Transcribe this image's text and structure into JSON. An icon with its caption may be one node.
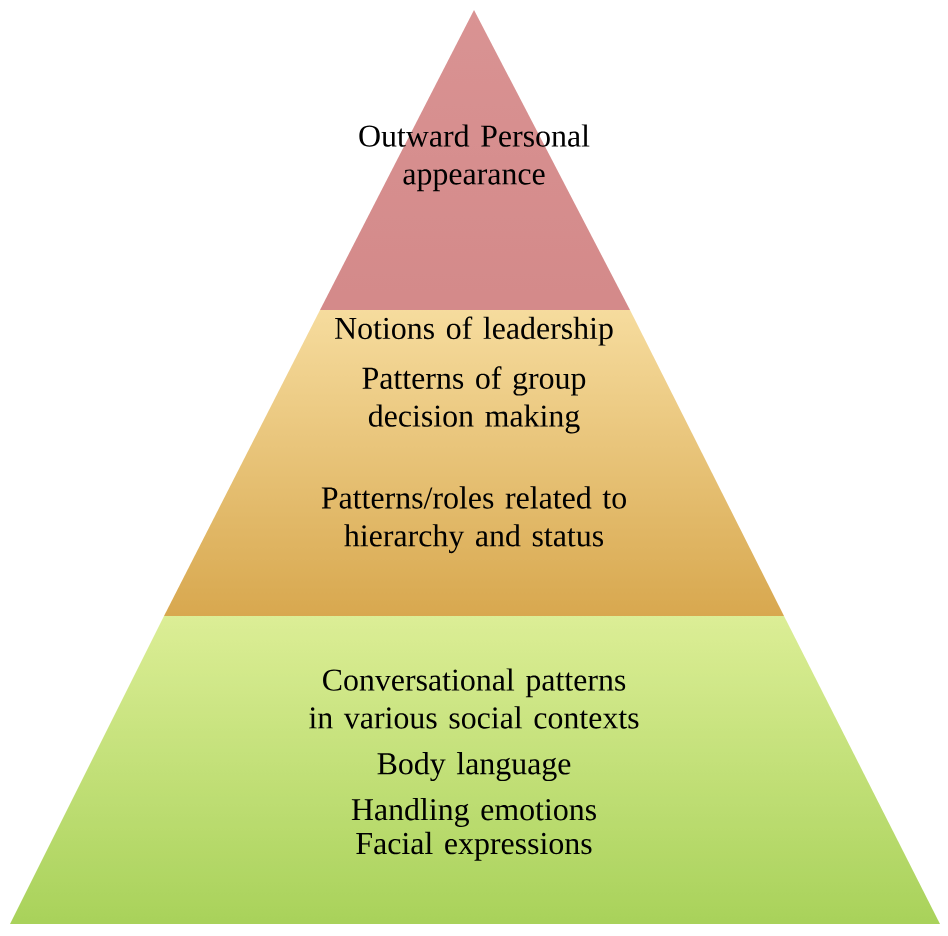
{
  "diagram": {
    "nodes": [
      {
        "text": [
          "Outward Personal appearance"
        ]
      },
      {
        "text": [
          "Notions of leadership",
          "Patterns of group decision making",
          "Patterns/roles related to hierarchy and status"
        ]
      },
      {
        "text": [
          "Conversational patterns in various social contexts",
          "Body language",
          "Handling emotions",
          "Facial expressions"
        ]
      }
    ]
  }
}
